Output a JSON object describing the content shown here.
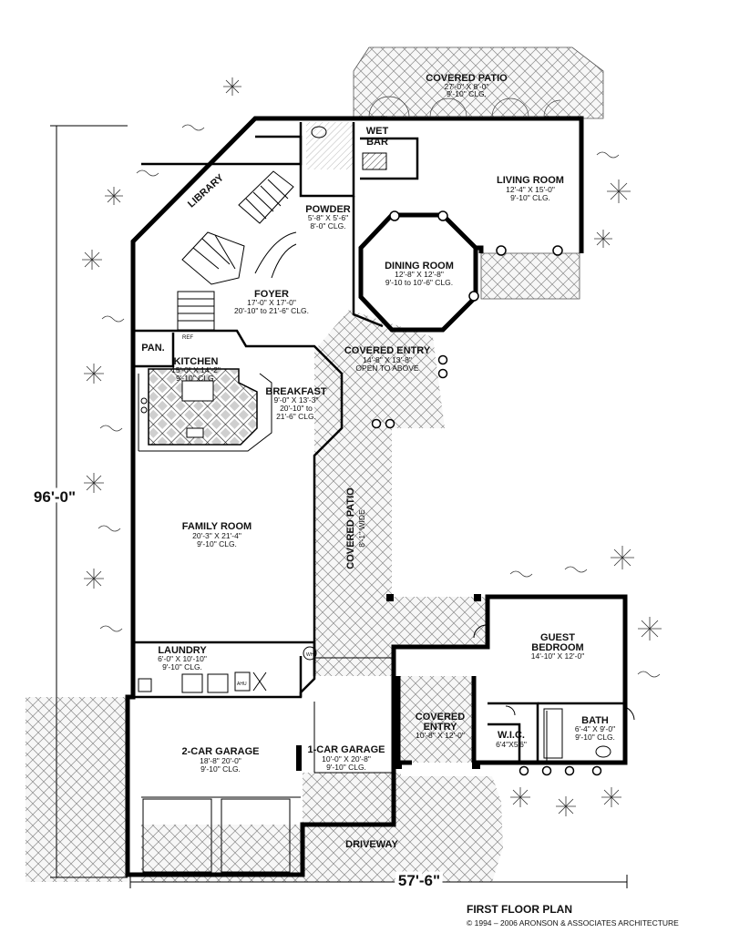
{
  "plan": {
    "title": "FIRST FLOOR PLAN",
    "copyright": "© 1994 – 2006 ARONSON & ASSOCIATES ARCHITECTURE",
    "overall_depth": "96'-0\"",
    "overall_width": "57'-6\""
  },
  "rooms": {
    "covered_patio_top": {
      "name": "COVERED PATIO",
      "size": "27'-0\" X 8'-0\"",
      "ceiling": "9'-10\" CLG."
    },
    "wet_bar": {
      "name1": "WET",
      "name2": "BAR"
    },
    "living_room": {
      "name": "LIVING ROOM",
      "size": "12'-4\" X 15'-0\"",
      "ceiling": "9'-10\" CLG."
    },
    "library": {
      "name": "LIBRARY"
    },
    "powder": {
      "name": "POWDER",
      "size": "5'-8\" X 5'-6\"",
      "ceiling": "8'-0\" CLG."
    },
    "dining_room": {
      "name": "DINING ROOM",
      "size": "12'-8\" X 12'-8\"",
      "ceiling": "9'-10 to 10'-6\" CLG."
    },
    "foyer": {
      "name": "FOYER",
      "size": "17'-0\" X 17'-0\"",
      "ceiling": "20'-10\" to 21'-6\" CLG."
    },
    "pantry": {
      "name": "PAN."
    },
    "kitchen": {
      "name": "KITCHEN",
      "size": "15'-0\" X 14'-2\"",
      "ceiling": "9'-10\" CLG."
    },
    "covered_entry_main": {
      "name": "COVERED ENTRY",
      "size": "14'-8\" X 13'-8\"",
      "ceiling": "OPEN TO ABOVE"
    },
    "breakfast": {
      "name": "BREAKFAST",
      "size": "9'-0\" X 13'-3\"",
      "ceiling1": "20'-10\" to",
      "ceiling2": "21'-6\" CLG."
    },
    "family_room": {
      "name": "FAMILY ROOM",
      "size": "20'-3\" X 21'-4\"",
      "ceiling": "9'-10\" CLG."
    },
    "covered_patio_side": {
      "name": "COVERED PATIO",
      "size": "8'-1\" WIDE"
    },
    "guest_bedroom": {
      "name1": "GUEST",
      "name2": "BEDROOM",
      "size": "14'-10\" X 12'-0\""
    },
    "laundry": {
      "name": "LAUNDRY",
      "size": "6'-0\" X 10'-10\"",
      "ceiling": "9'-10\" CLG."
    },
    "covered_entry_guest": {
      "name1": "COVERED",
      "name2": "ENTRY",
      "size": "10'-8\" X 12'-0\""
    },
    "bath": {
      "name": "BATH",
      "size": "6'-4\" X 9'-0\"",
      "ceiling": "9'-10\" CLG."
    },
    "wic": {
      "name": "W.I.C.",
      "size": "6'4\"X5'6\""
    },
    "garage_2car": {
      "name": "2-CAR GARAGE",
      "size": "18'-8\" 20'-0\"",
      "ceiling": "9'-10\" CLG."
    },
    "garage_1car": {
      "name": "1-CAR GARAGE",
      "size": "10'-0\" X 20'-8\"",
      "ceiling": "9'-10\" CLG."
    },
    "driveway": {
      "name": "DRIVEWAY"
    }
  },
  "fixtures": {
    "refrigerator": "REF",
    "water_heater": "WH",
    "air_handler": "AHU"
  }
}
